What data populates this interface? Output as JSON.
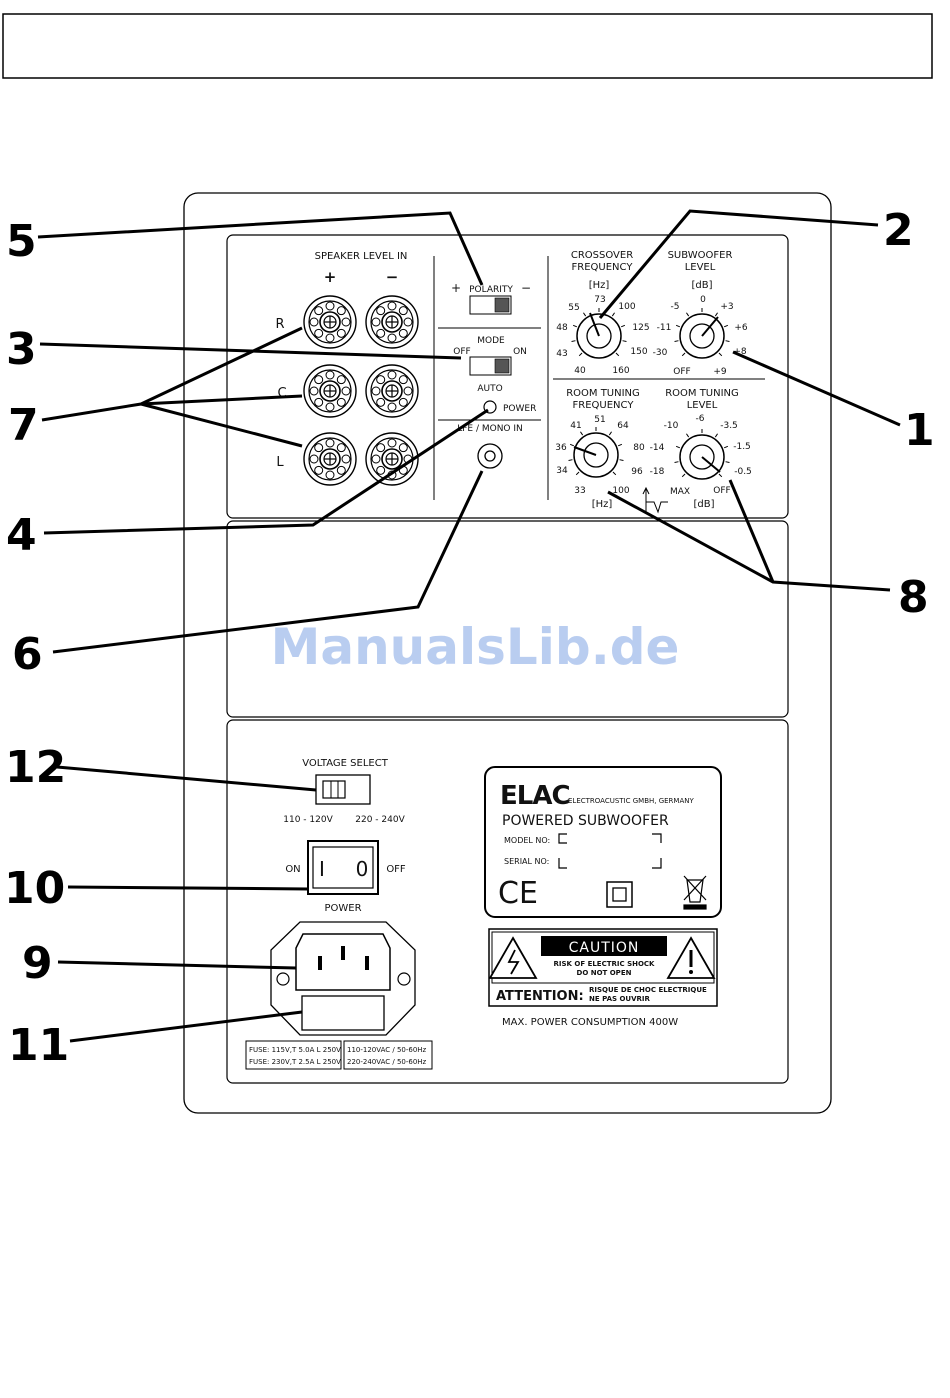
{
  "header_box_text": "",
  "watermark": "ManualsLib.de",
  "callouts": {
    "c1": "1",
    "c2": "2",
    "c3": "3",
    "c4": "4",
    "c5": "5",
    "c6": "6",
    "c7": "7",
    "c8": "8",
    "c9": "9",
    "c10": "10",
    "c11": "11",
    "c12": "12"
  },
  "speaker": {
    "title": "SPEAKER LEVEL IN",
    "plus": "+",
    "minus": "−",
    "r": "R",
    "c": "C",
    "l": "L"
  },
  "polarity": {
    "plus": "+",
    "label": "POLARITY",
    "minus": "−"
  },
  "mode": {
    "label": "MODE",
    "off": "OFF",
    "on": "ON",
    "auto": "AUTO",
    "power": "POWER"
  },
  "lfe": "LFE / MONO IN",
  "crossover": {
    "title1": "CROSSOVER",
    "title2": "FREQUENCY",
    "unit": "[Hz]",
    "t73": "73",
    "t55": "55",
    "t100": "100",
    "t48": "48",
    "t125": "125",
    "t43": "43",
    "t150": "150",
    "t40": "40",
    "t160": "160"
  },
  "sublevel": {
    "title1": "SUBWOOFER",
    "title2": "LEVEL",
    "unit": "[dB]",
    "t0": "0",
    "tm5": "-5",
    "tp3": "+3",
    "tm11": "-11",
    "tp6": "+6",
    "tm30": "-30",
    "tp8": "+8",
    "toff": "OFF",
    "tp9": "+9"
  },
  "roomfreq": {
    "title1": "ROOM TUNING",
    "title2": "FREQUENCY",
    "unit": "[Hz]",
    "t51": "51",
    "t41": "41",
    "t64": "64",
    "t36": "36",
    "t80": "80",
    "t34": "34",
    "t96": "96",
    "t33": "33",
    "t100": "100"
  },
  "roomlevel": {
    "title1": "ROOM TUNING",
    "title2": "LEVEL",
    "unit": "[dB]",
    "tm6": "-6",
    "tm10": "-10",
    "tm35": "-3.5",
    "tm14": "-14",
    "tm15": "-1.5",
    "tm18": "-18",
    "tm05": "-0.5",
    "tmax": "MAX",
    "toff": "OFF"
  },
  "voltage": {
    "title": "VOLTAGE SELECT",
    "v110": "110 - 120V",
    "v220": "220 - 240V"
  },
  "power": {
    "on": "ON",
    "off": "OFF",
    "i": "I",
    "o": "0",
    "title": "POWER"
  },
  "fuse": {
    "f1": "FUSE: 115V,T 5.0A L 250V",
    "f2": "FUSE: 230V,T 2.5A L 250V",
    "v1": "110-120VAC / 50-60Hz",
    "v2": "220-240VAC / 50-60Hz"
  },
  "plate": {
    "brand": "ELAC",
    "company": "ELECTROACUSTIC GMBH, GERMANY",
    "product": "POWERED SUBWOOFER",
    "model": "MODEL NO:",
    "serial": "SERIAL NO:",
    "ce": "CE"
  },
  "caution": {
    "title": "CAUTION",
    "line1": "RISK OF ELECTRIC SHOCK",
    "line2": "DO NOT OPEN",
    "attention": "ATTENTION:",
    "fr1": "RISQUE DE CHOC ELECTRIQUE",
    "fr2": "NE PAS OUVRIR"
  },
  "max_power": "MAX. POWER CONSUMPTION 400W"
}
